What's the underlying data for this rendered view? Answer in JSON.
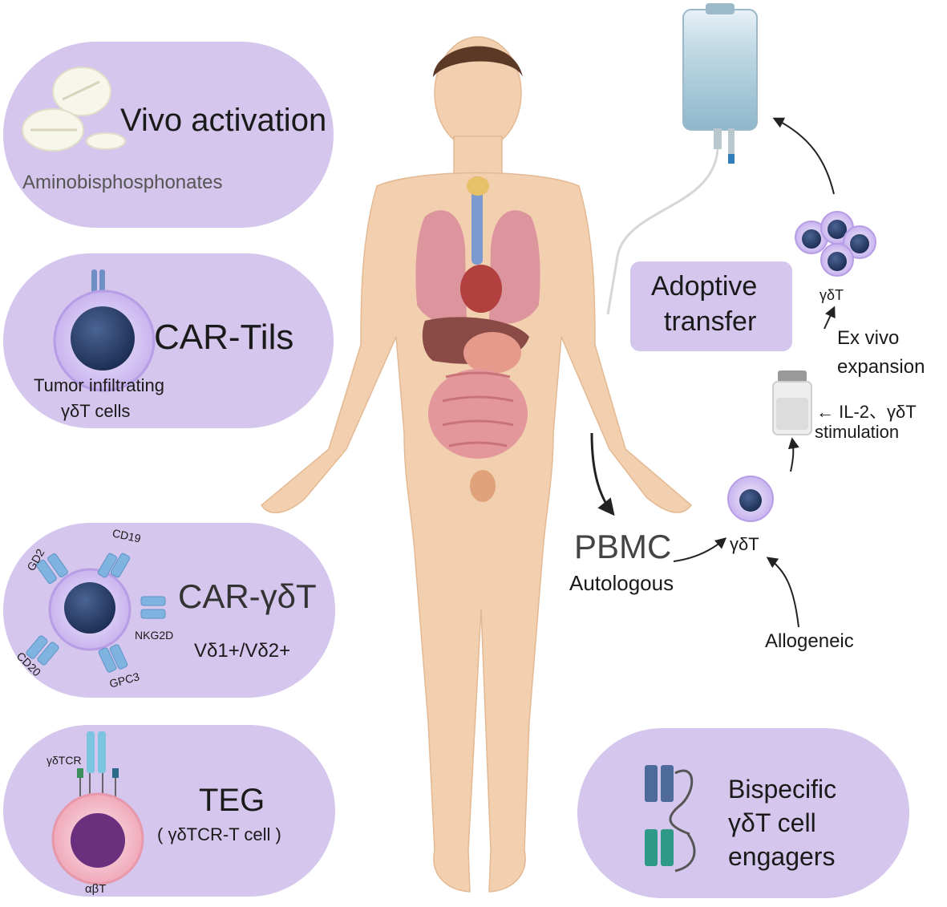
{
  "panels": {
    "vivo": {
      "title": "Vivo activation",
      "subtitle": "Aminobisphosphonates"
    },
    "car_tils": {
      "title": "CAR-Tils",
      "caption_line1": "Tumor infiltrating",
      "caption_line2": "γδT cells"
    },
    "car_gdt": {
      "title": "CAR-γδT",
      "subtitle": "Vδ1+/Vδ2+",
      "receptors": {
        "cd19": "CD19",
        "gd2": "GD2",
        "nkg2d": "NKG2D",
        "cd20": "CD20",
        "gpc3": "GPC3"
      }
    },
    "teg": {
      "title": "TEG",
      "subtitle": "( γδTCR-T cell )",
      "tcr_label": "γδTCR",
      "cell_label": "αβT"
    },
    "bispecific": {
      "line1": "Bispecific",
      "line2": "γδT cell",
      "line3": "engagers"
    }
  },
  "adoptive": {
    "box_line1": "Adoptive",
    "box_line2": "transfer",
    "cells_label": "γδT",
    "expansion_line1": "Ex vivo",
    "expansion_line2": "expansion",
    "stim_line1": "← IL-2、γδT",
    "stim_line2": "stimulation",
    "gdt_label": "γδT",
    "pbmc": "PBMC",
    "autologous": "Autologous",
    "allogeneic": "Allogeneic"
  },
  "colors": {
    "pill": "#d4c6ec",
    "skin": "#f2cfae",
    "cell_nucleus": "#2e4470",
    "cell_membrane": "#c9b6ee",
    "receptor_blue": "#7fb3e0",
    "teg_cell": "#f6c8d2",
    "teg_nucleus": "#6a2f7d"
  }
}
